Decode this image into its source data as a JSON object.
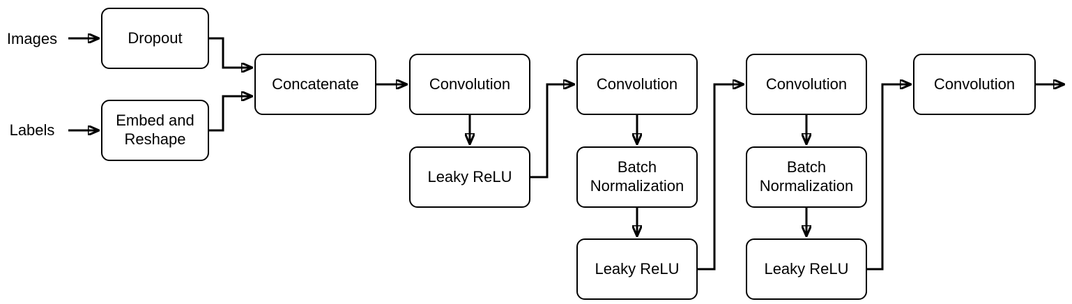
{
  "diagram": {
    "colors": {
      "background": "#ffffff",
      "node_fill": "#ffffff",
      "stroke": "#000000",
      "text": "#000000"
    },
    "inputs": [
      {
        "id": "images",
        "label": "Images"
      },
      {
        "id": "labels",
        "label": "Labels"
      }
    ],
    "nodes": [
      {
        "id": "dropout",
        "label": "Dropout"
      },
      {
        "id": "embed_reshape",
        "label": "Embed and Reshape"
      },
      {
        "id": "concatenate",
        "label": "Concatenate"
      },
      {
        "id": "conv_1",
        "label": "Convolution"
      },
      {
        "id": "leaky_relu_1",
        "label": "Leaky ReLU"
      },
      {
        "id": "conv_2",
        "label": "Convolution"
      },
      {
        "id": "batch_norm_1",
        "label": "Batch Normalization"
      },
      {
        "id": "leaky_relu_2",
        "label": "Leaky ReLU"
      },
      {
        "id": "conv_3",
        "label": "Convolution"
      },
      {
        "id": "batch_norm_2",
        "label": "Batch Normalization"
      },
      {
        "id": "leaky_relu_3",
        "label": "Leaky ReLU"
      },
      {
        "id": "conv_4",
        "label": "Convolution"
      }
    ],
    "edges": [
      {
        "from": "images",
        "to": "dropout"
      },
      {
        "from": "labels",
        "to": "embed_reshape"
      },
      {
        "from": "dropout",
        "to": "concatenate"
      },
      {
        "from": "embed_reshape",
        "to": "concatenate"
      },
      {
        "from": "concatenate",
        "to": "conv_1"
      },
      {
        "from": "conv_1",
        "to": "leaky_relu_1"
      },
      {
        "from": "leaky_relu_1",
        "to": "conv_2"
      },
      {
        "from": "conv_2",
        "to": "batch_norm_1"
      },
      {
        "from": "batch_norm_1",
        "to": "leaky_relu_2"
      },
      {
        "from": "leaky_relu_2",
        "to": "conv_3"
      },
      {
        "from": "conv_3",
        "to": "batch_norm_2"
      },
      {
        "from": "batch_norm_2",
        "to": "leaky_relu_3"
      },
      {
        "from": "leaky_relu_3",
        "to": "conv_4"
      },
      {
        "from": "conv_4",
        "to": "output"
      }
    ]
  }
}
